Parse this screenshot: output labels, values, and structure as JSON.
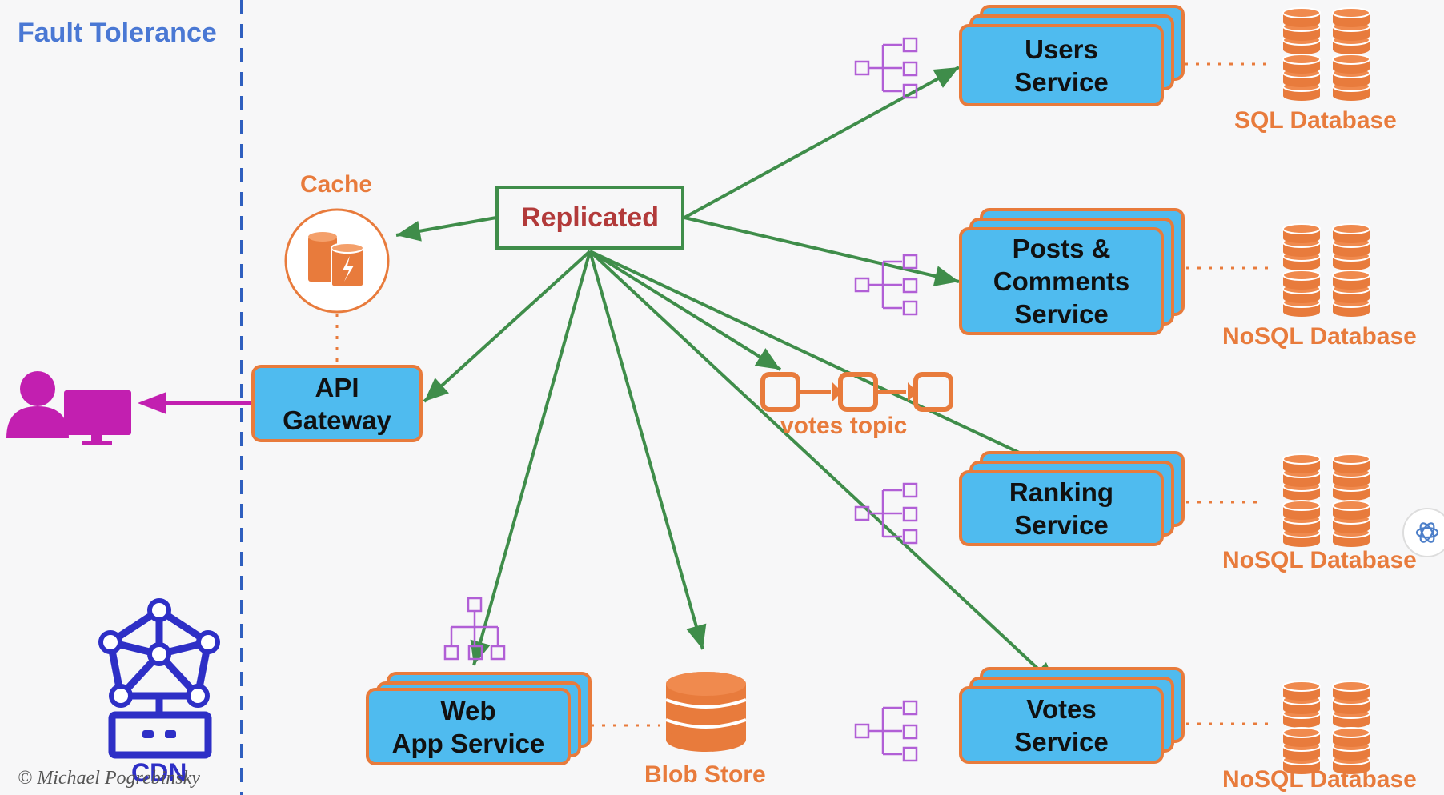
{
  "title": "Fault Tolerance",
  "replicated": "Replicated",
  "cache_label": "Cache",
  "votes_topic": "votes topic",
  "blob_label": "Blob Store",
  "cdn_label": "CDN",
  "copyright": "© Michael Pogrebinsky",
  "services": {
    "api_gateway": "API\nGateway",
    "users": "Users\nService",
    "posts": "Posts &\nComments\nService",
    "ranking": "Ranking\nService",
    "votes": "Votes\nService",
    "webapp": "Web\nApp Service"
  },
  "databases": {
    "users": "SQL Database",
    "posts": "NoSQL Database",
    "ranking": "NoSQL Database",
    "votes": "NoSQL Database"
  },
  "colors": {
    "service_fill": "#4fbbef",
    "service_border": "#e87b3c",
    "arrow_green": "#3f8d4a",
    "client_magenta": "#c21fb0",
    "cdn_blue": "#2e2fc6",
    "title_blue": "#4a78d4",
    "load_balancer_purple": "#b15fd6"
  },
  "icons": [
    "user-icon",
    "monitor-icon",
    "cache-icon",
    "database-icon",
    "load-balancer-icon",
    "queue-icon",
    "cdn-icon",
    "chatgpt-icon"
  ]
}
